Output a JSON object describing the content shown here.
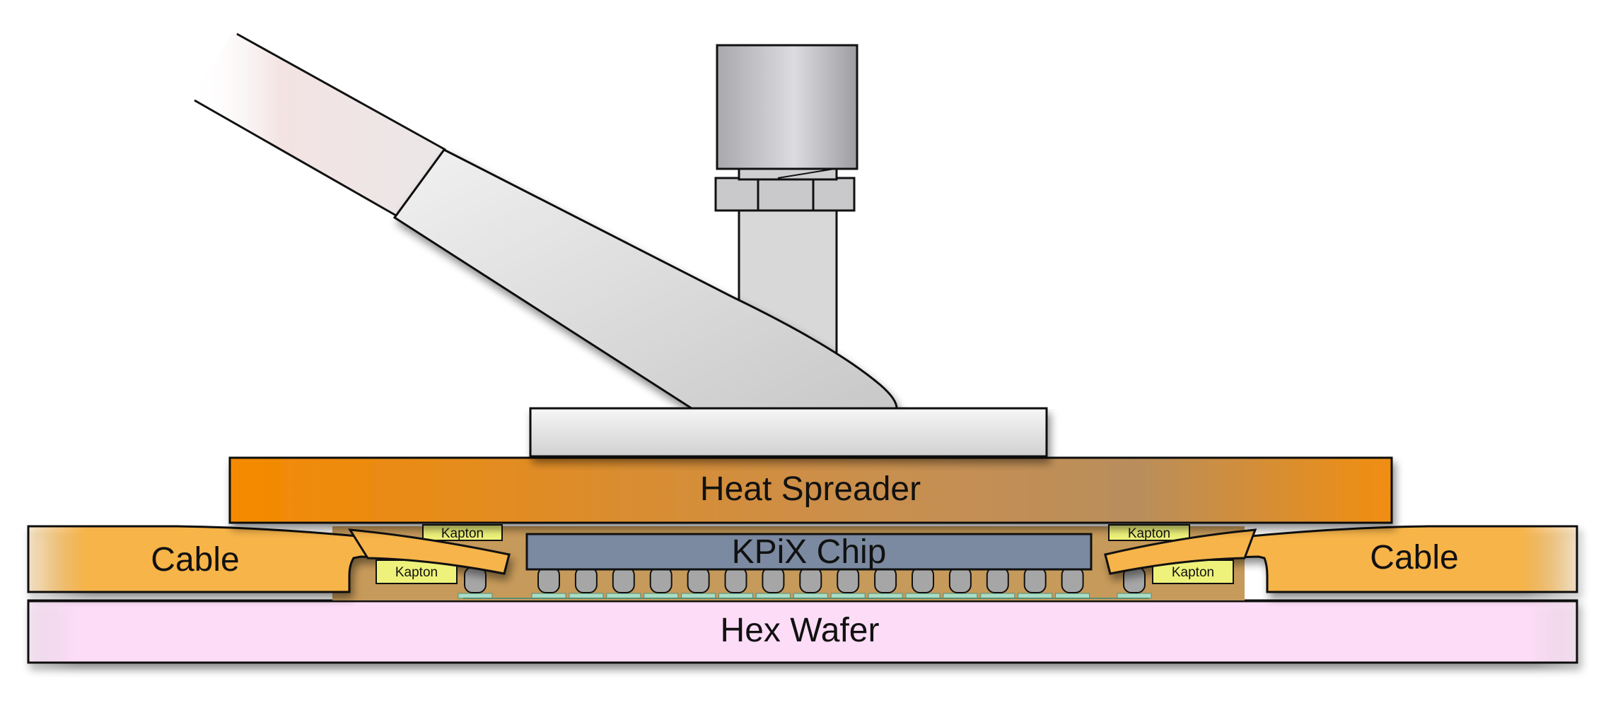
{
  "labels": {
    "heat_spreader": "Heat Spreader",
    "chip": "KPiX Chip",
    "wafer": "Hex Wafer",
    "cable_left": "Cable",
    "cable_right": "Cable",
    "kapton_upper_left": "Kapton",
    "kapton_lower_left": "Kapton",
    "kapton_upper_right": "Kapton",
    "kapton_lower_right": "Kapton"
  },
  "colors": {
    "heat_spreader_start": "#f58a00",
    "heat_spreader_mid": "#b98e5c",
    "cable": "#f7b44a",
    "chip": "#7b8aa0",
    "wafer": "#fcdcf6",
    "kapton": "#eef27a",
    "metal": "#d7d7d9",
    "solder_bump": "#a6a6a6"
  }
}
